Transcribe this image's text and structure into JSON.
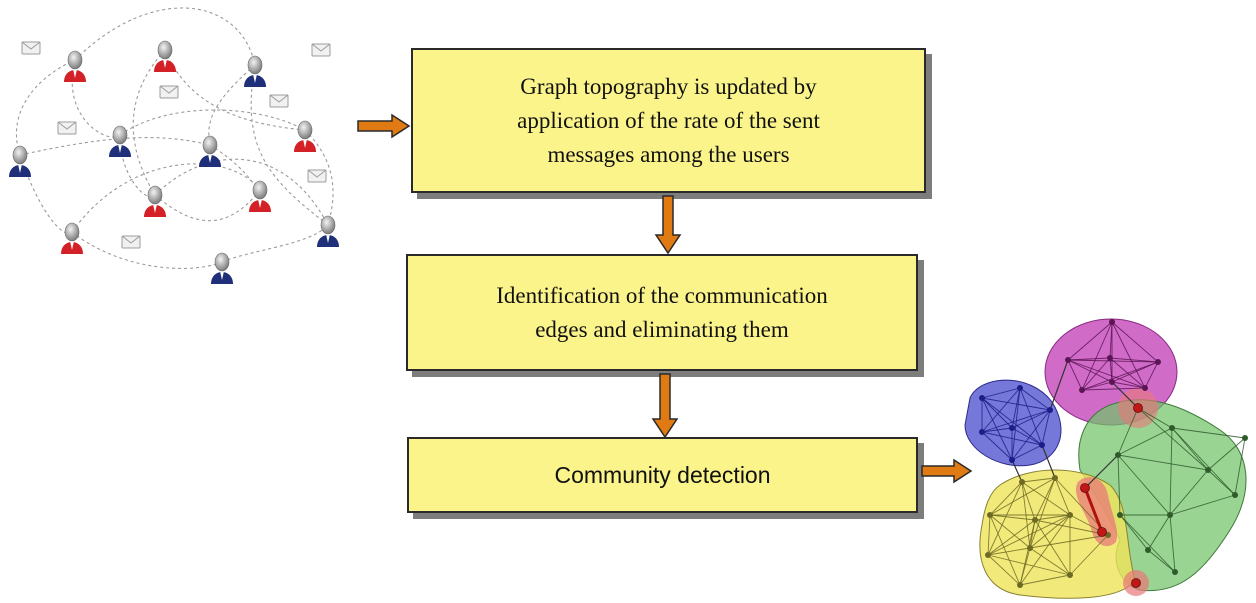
{
  "flow": {
    "step1": "Graph topography is updated by\napplication of the rate of the sent\nmessages among the users",
    "step2": "Identification of the communication\nedges and eliminating them",
    "step3": "Community detection"
  },
  "colors": {
    "box_fill": "#fbf48b",
    "arrow_fill": "#e07a12",
    "user_red": "#d42027",
    "user_blue": "#1f2f7a",
    "community_purple": "#c23ab6",
    "community_blue": "#3a3ec8",
    "community_green": "#72c46a",
    "community_yellow": "#efe45a",
    "overlap_red": "#e87878"
  }
}
